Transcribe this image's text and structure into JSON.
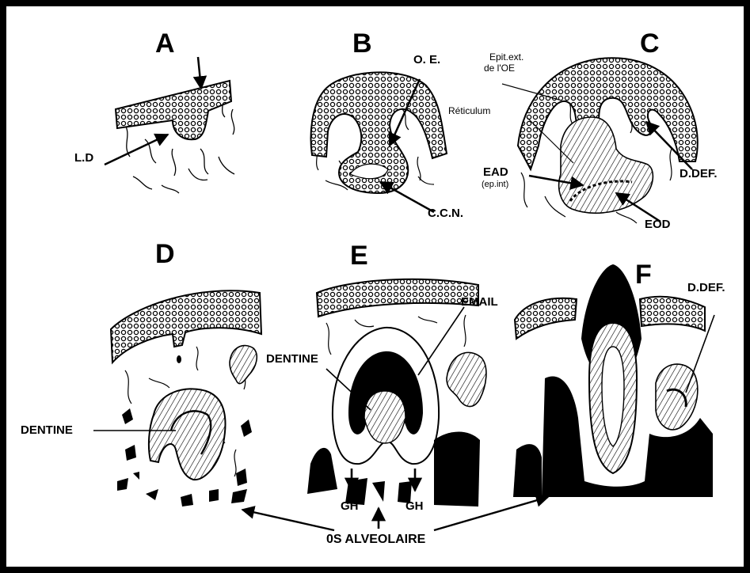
{
  "panels": {
    "a": {
      "letter": "A"
    },
    "b": {
      "letter": "B"
    },
    "c": {
      "letter": "C"
    },
    "d": {
      "letter": "D"
    },
    "e": {
      "letter": "E"
    },
    "f": {
      "letter": "F"
    }
  },
  "labels": {
    "ld": "L.D",
    "oe": "O. E.",
    "ccn": "C.C.N.",
    "epit_ext_line1": "Epit.ext.",
    "epit_ext_line2": "de l'OE",
    "reticulum": "Réticulum",
    "ead": "EAD",
    "ep_int": "(ep.int)",
    "eod": "EOD",
    "d_def_c": "D.DEF.",
    "dentine_d": "DENTINE",
    "dentine_e": "DENTINE",
    "email": "EMAIL",
    "gh_left": "GH",
    "gh_right": "GH",
    "d_def_f": "D.DEF.",
    "os_alveolaire": "0S ALVEOLAIRE"
  }
}
